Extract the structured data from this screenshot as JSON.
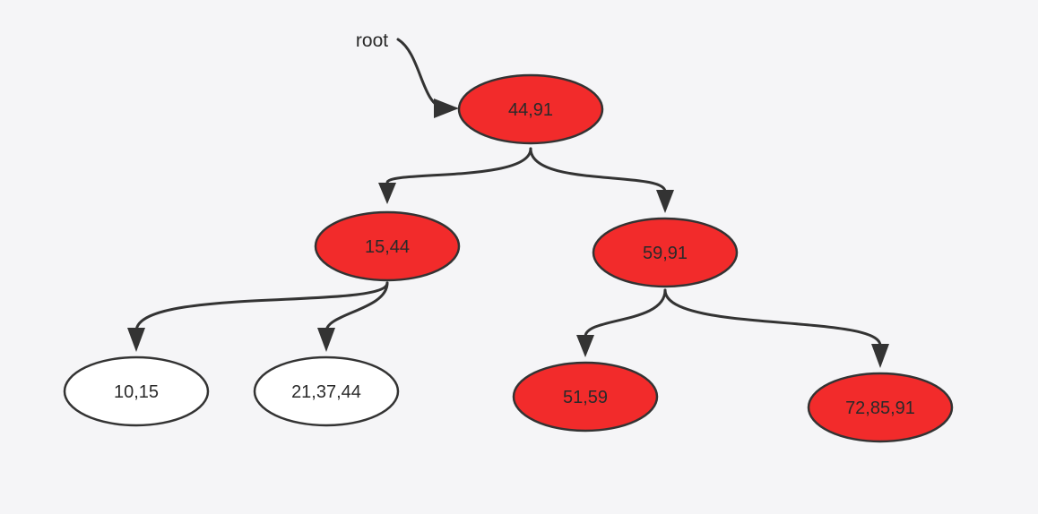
{
  "root_label": "root",
  "colors": {
    "highlighted": "#f22b2b",
    "normal": "#ffffff",
    "stroke": "#333333"
  },
  "nodes": [
    {
      "id": "n1",
      "label": "44,91",
      "highlighted": true
    },
    {
      "id": "n2",
      "label": "15,44",
      "highlighted": true
    },
    {
      "id": "n3",
      "label": "59,91",
      "highlighted": true
    },
    {
      "id": "n4",
      "label": "10,15",
      "highlighted": false
    },
    {
      "id": "n5",
      "label": "21,37,44",
      "highlighted": false
    },
    {
      "id": "n6",
      "label": "51,59",
      "highlighted": true
    },
    {
      "id": "n7",
      "label": "72,85,91",
      "highlighted": true
    }
  ],
  "edges": [
    {
      "from": "root",
      "to": "n1"
    },
    {
      "from": "n1",
      "to": "n2"
    },
    {
      "from": "n1",
      "to": "n3"
    },
    {
      "from": "n2",
      "to": "n4"
    },
    {
      "from": "n2",
      "to": "n5"
    },
    {
      "from": "n3",
      "to": "n6"
    },
    {
      "from": "n3",
      "to": "n7"
    }
  ]
}
